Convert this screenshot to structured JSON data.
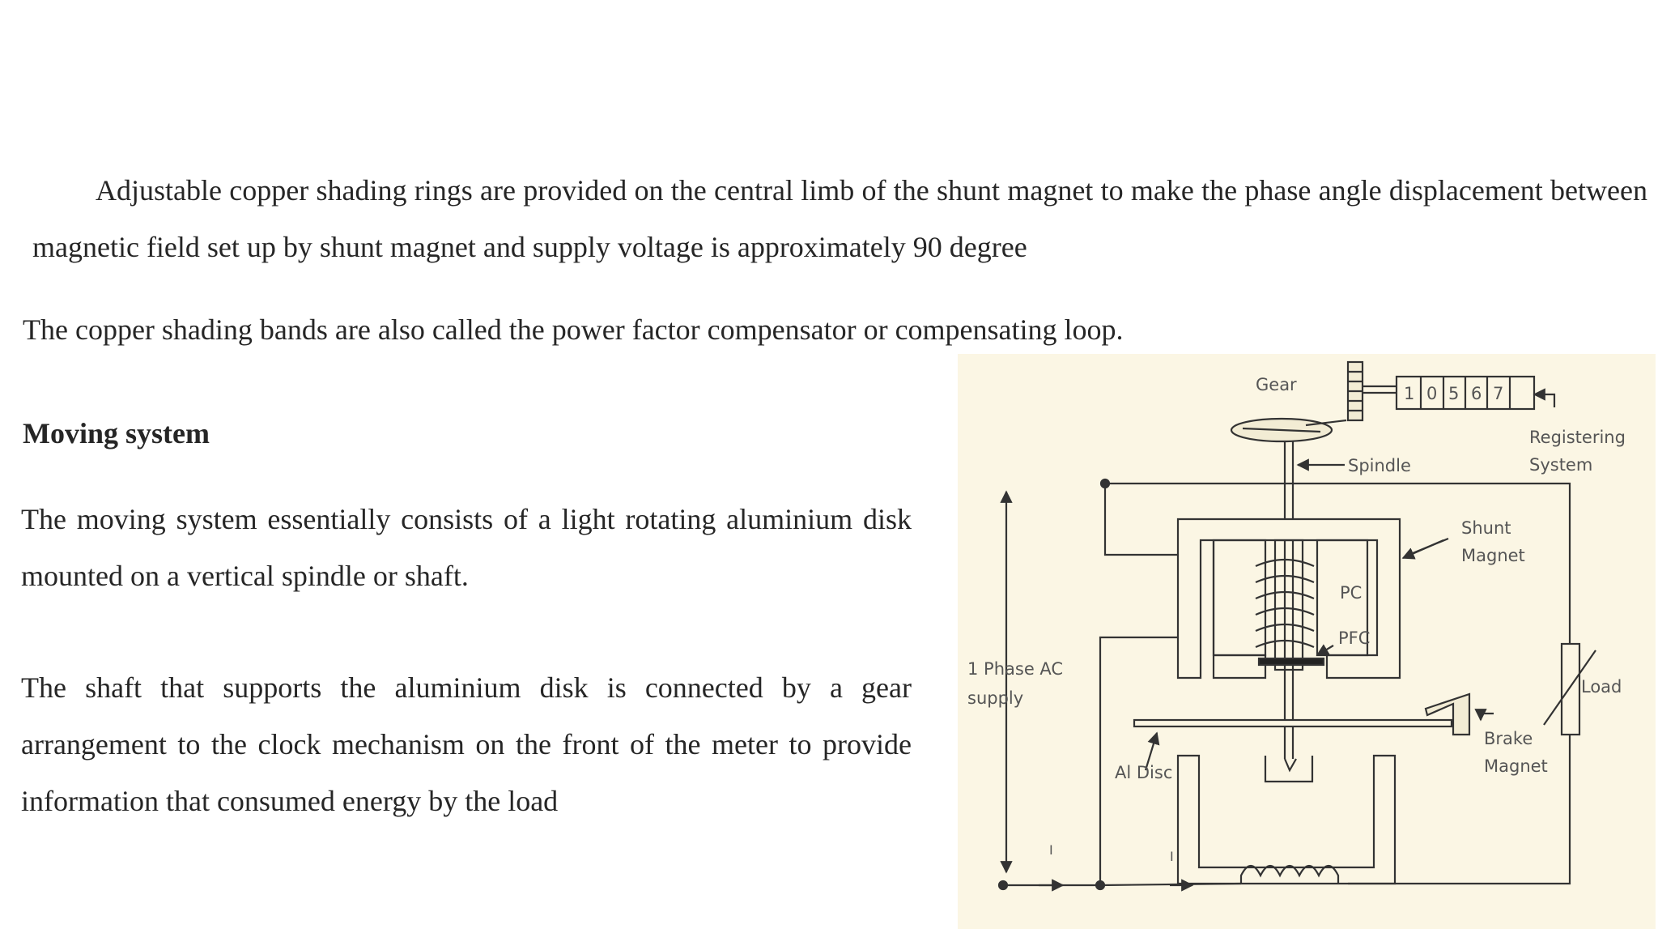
{
  "paragraphs": {
    "p1": "Adjustable copper shading rings are provided on the central limb of the shunt magnet to make the phase angle displacement between magnetic field set up by shunt magnet and supply voltage is approximately 90 degree",
    "p2": "The copper shading bands are also called the power factor compensator or compensating loop.",
    "p3": "The moving system essentially consists of a light rotating aluminium disk mounted on a vertical spindle or shaft.",
    "p4": "The shaft that supports the aluminium disk is connected by a gear arrangement to the clock mechanism on the front of the meter to provide information that consumed energy by the load"
  },
  "heading": "Moving system",
  "diagram": {
    "background": "#fbf6e4",
    "labels": {
      "gear": "Gear",
      "spindle": "Spindle",
      "registering": "Registering",
      "system": "System",
      "shunt": "Shunt",
      "magnet": "Magnet",
      "pc": "PC",
      "pfc": "PFC",
      "phase_ac": "1 Phase AC",
      "supply": "supply",
      "load": "Load",
      "brake": "Brake",
      "brake_magnet": "Magnet",
      "al_disc": "Al Disc",
      "current1": "I",
      "current2": "I"
    },
    "register_digits": [
      "1",
      "0",
      "5",
      "6",
      "7"
    ]
  }
}
